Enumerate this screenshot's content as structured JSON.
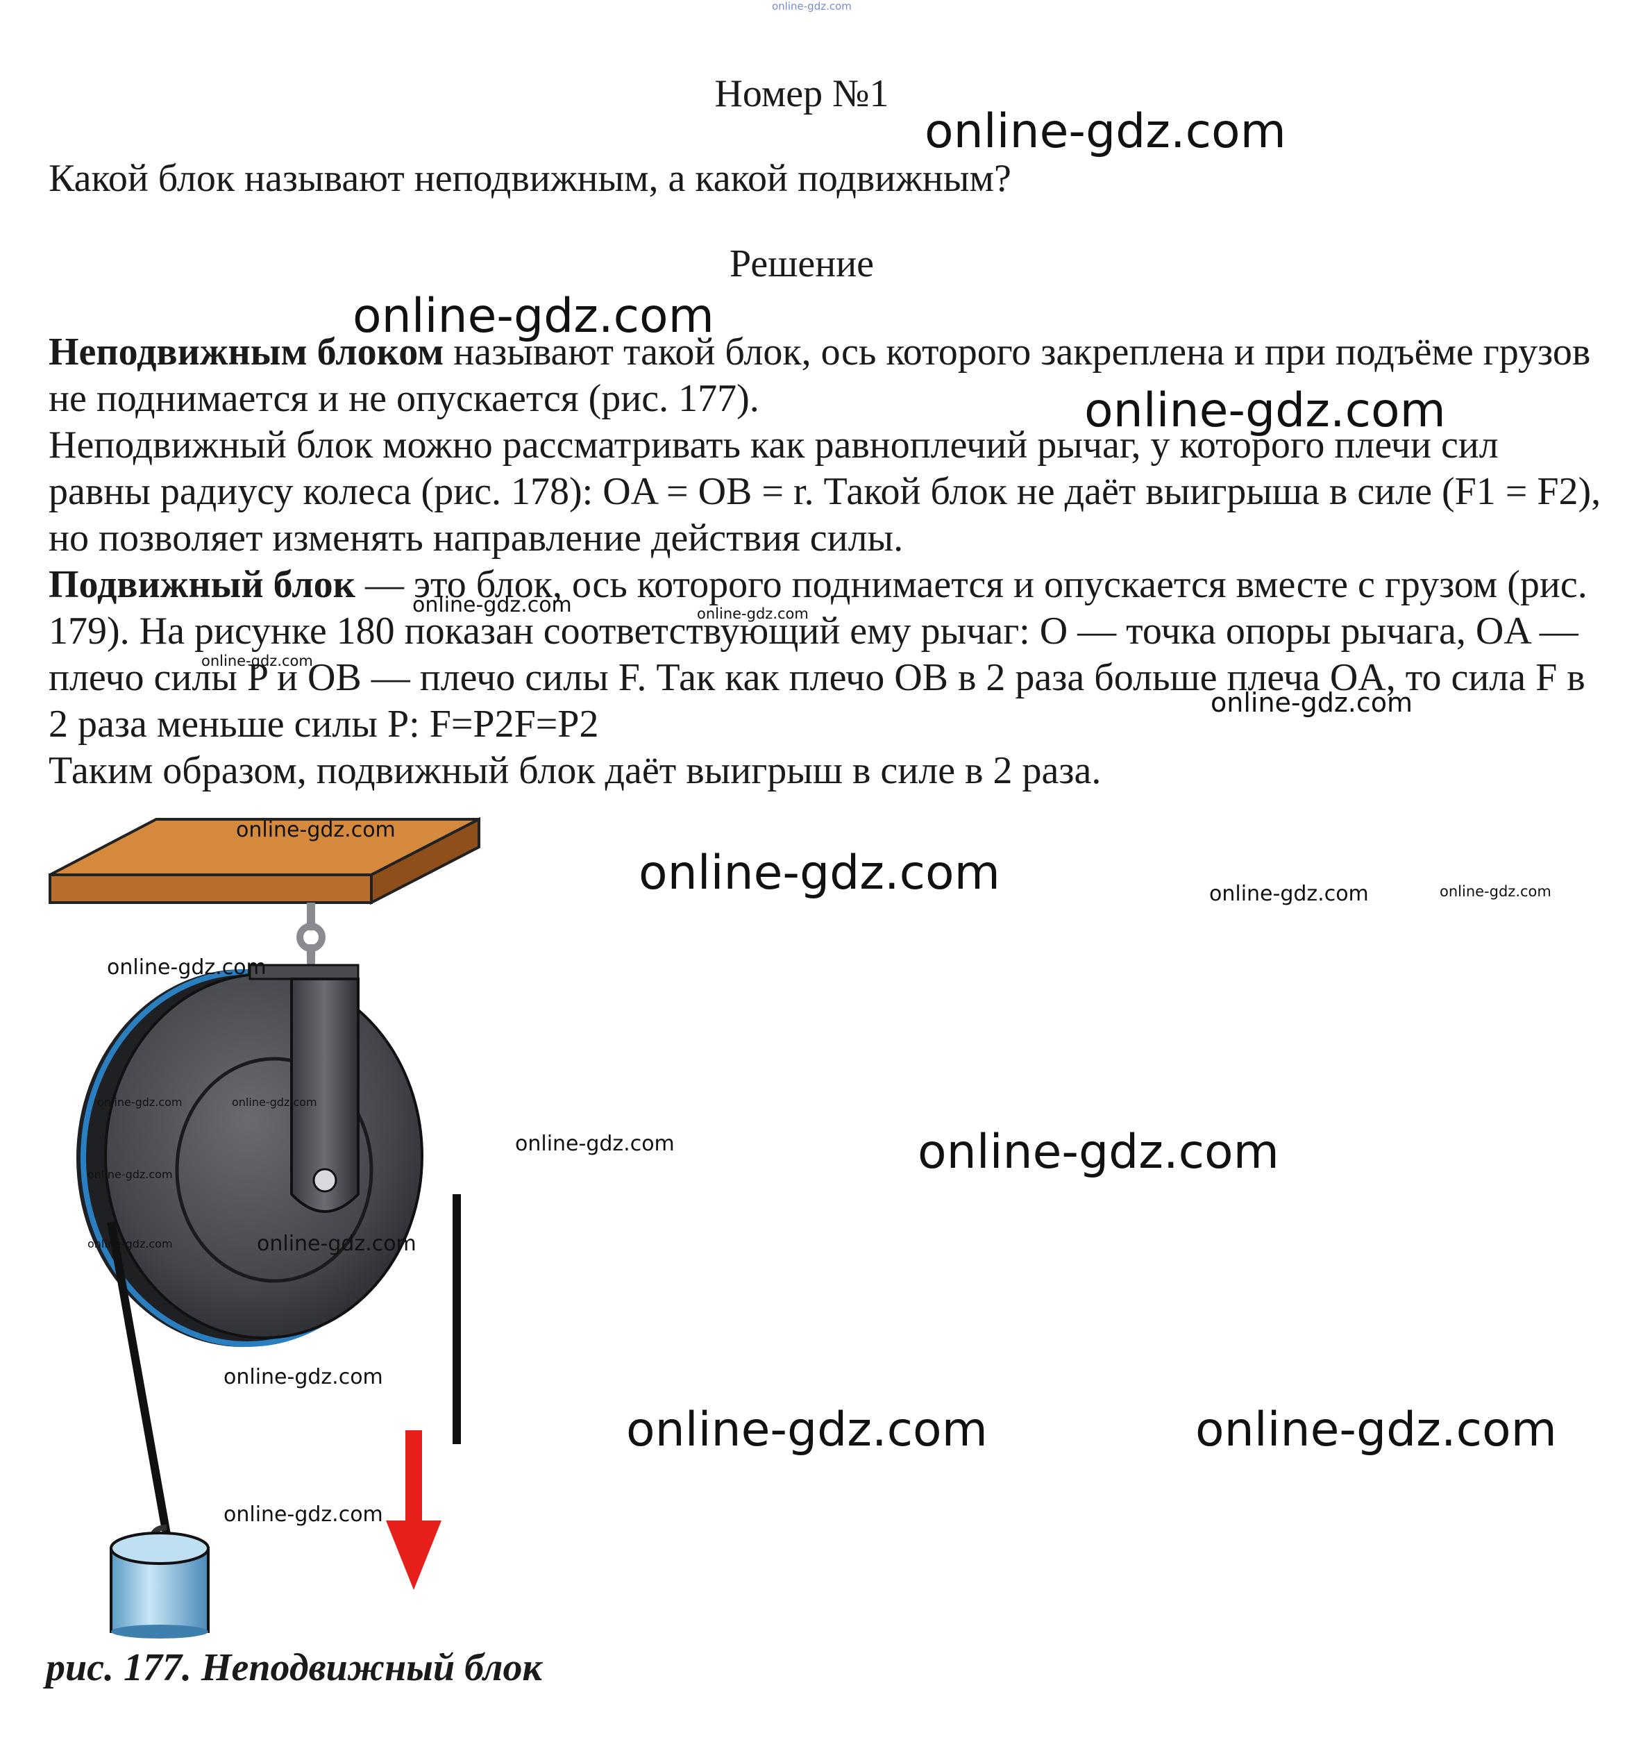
{
  "header": {
    "watermark_top": "online-gdz.com"
  },
  "task": {
    "title": "Номер №1",
    "question": "Какой блок называют неподвижным, а какой подвижным?",
    "solution_heading": "Решение"
  },
  "solution": {
    "p1_bold": "Неподвижным блоком",
    "p1_rest": " называют такой блок, ось которого закреплена и при подъёме грузов не поднимается и не опускается (рис. 177).",
    "p2": "Неподвижный блок можно рассматривать как равноплечий рычаг, у которого плечи сил равны радиусу колеса (рис. 178): OA = OB = r. Такой блок не даёт выигрыша в силе (F1 = F2), но позволяет изменять направление действия силы.",
    "p3_bold": "Подвижный блок",
    "p3_rest": " — это блок, ось которого поднимается и опускается вместе с грузом (рис. 179). На рисунке 180 показан соответствующий ему рычаг: O — точка опоры рычага, OA — плечо силы P и OB — плечо силы F. Так как плечо OB в 2 раза больше плеча OA, то сила F в 2 раза меньше силы P: F=P2F=P2",
    "p4": "Таким образом, подвижный блок даёт выигрыш в силе в 2 раза."
  },
  "figure": {
    "caption": "рис. 177. Неподвижный блок",
    "colors": {
      "board": "#d4893c",
      "wheel": "#4a4b50",
      "groove": "#2a7fc0",
      "arrow": "#e8201c",
      "weight": "#8ec6e8"
    }
  },
  "watermark": "online-gdz.com"
}
